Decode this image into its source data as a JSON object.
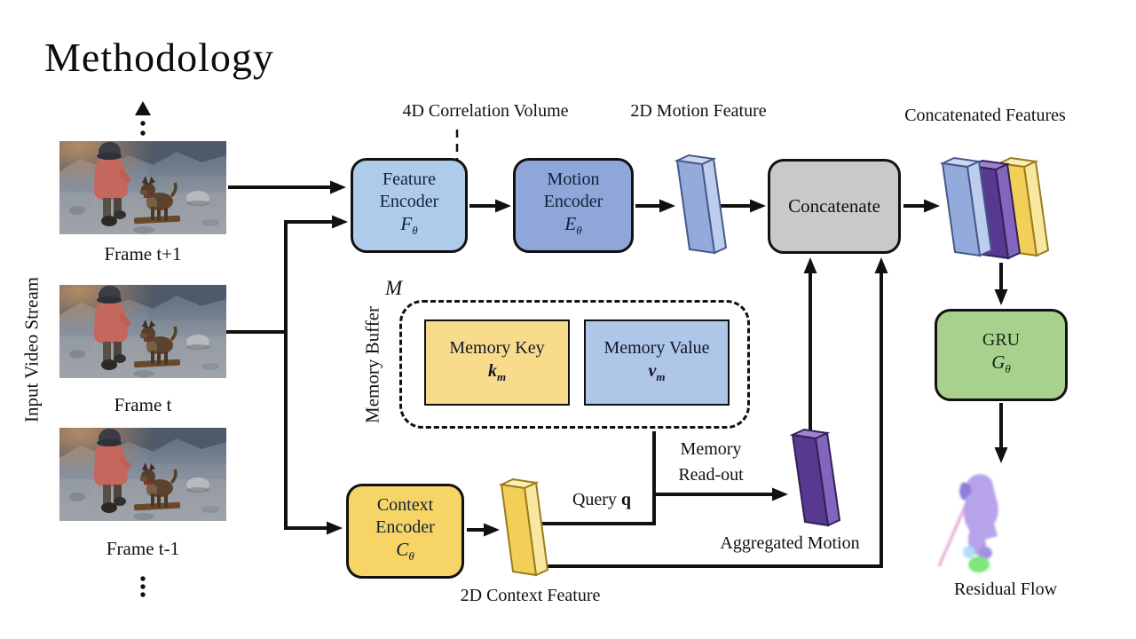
{
  "title": "Methodology",
  "colors": {
    "feature_encoder": "#aecbea",
    "motion_encoder": "#8fa6d9",
    "concatenate": "#c9c9c9",
    "gru": "#a9d18e",
    "context_encoder": "#f6d465",
    "memory_key": "#f8dc8c",
    "memory_value": "#aec6e8",
    "slab_blue_front": "#93aadb",
    "slab_blue_side": "#bccdee",
    "slab_blue_top": "#cdd9f1",
    "slab_blue_stroke": "#46598c",
    "slab_purple_front": "#57398f",
    "slab_purple_side": "#8266be",
    "slab_purple_top": "#9c83d2",
    "slab_purple_stroke": "#332057",
    "slab_yellow_front": "#f2cf56",
    "slab_yellow_side": "#f9e7a0",
    "slab_yellow_top": "#fbeeb8",
    "slab_yellow_stroke": "#9c7c1c"
  },
  "input_stream": {
    "label": "Input Video Stream",
    "frames": [
      {
        "label": "Frame t+1"
      },
      {
        "label": "Frame t"
      },
      {
        "label": "Frame t-1"
      }
    ]
  },
  "nodes": {
    "feature_encoder": {
      "line1": "Feature",
      "line2": "Encoder",
      "symbol": "F",
      "sub": "θ"
    },
    "motion_encoder": {
      "line1": "Motion",
      "line2": "Encoder",
      "symbol": "E",
      "sub": "θ"
    },
    "concatenate": {
      "label": "Concatenate"
    },
    "gru": {
      "label": "GRU",
      "symbol": "G",
      "sub": "θ"
    },
    "context_encoder": {
      "line1": "Context",
      "line2": "Encoder",
      "symbol": "C",
      "sub": "θ"
    }
  },
  "memory": {
    "buffer_label": "Memory Buffer",
    "set_symbol": "M",
    "key": {
      "title": "Memory Key",
      "symbol": "k",
      "sub": "m"
    },
    "value": {
      "title": "Memory Value",
      "symbol": "v",
      "sub": "m"
    }
  },
  "labels": {
    "corr_volume": "4D Correlation Volume",
    "motion_feature": "2D Motion Feature",
    "concat_features": "Concatenated Features",
    "context_feature": "2D Context Feature",
    "query_prefix": "Query ",
    "query_symbol": "q",
    "memory_readout_line1": "Memory",
    "memory_readout_line2": "Read-out",
    "aggregated_motion": "Aggregated Motion",
    "residual_flow": "Residual Flow"
  }
}
